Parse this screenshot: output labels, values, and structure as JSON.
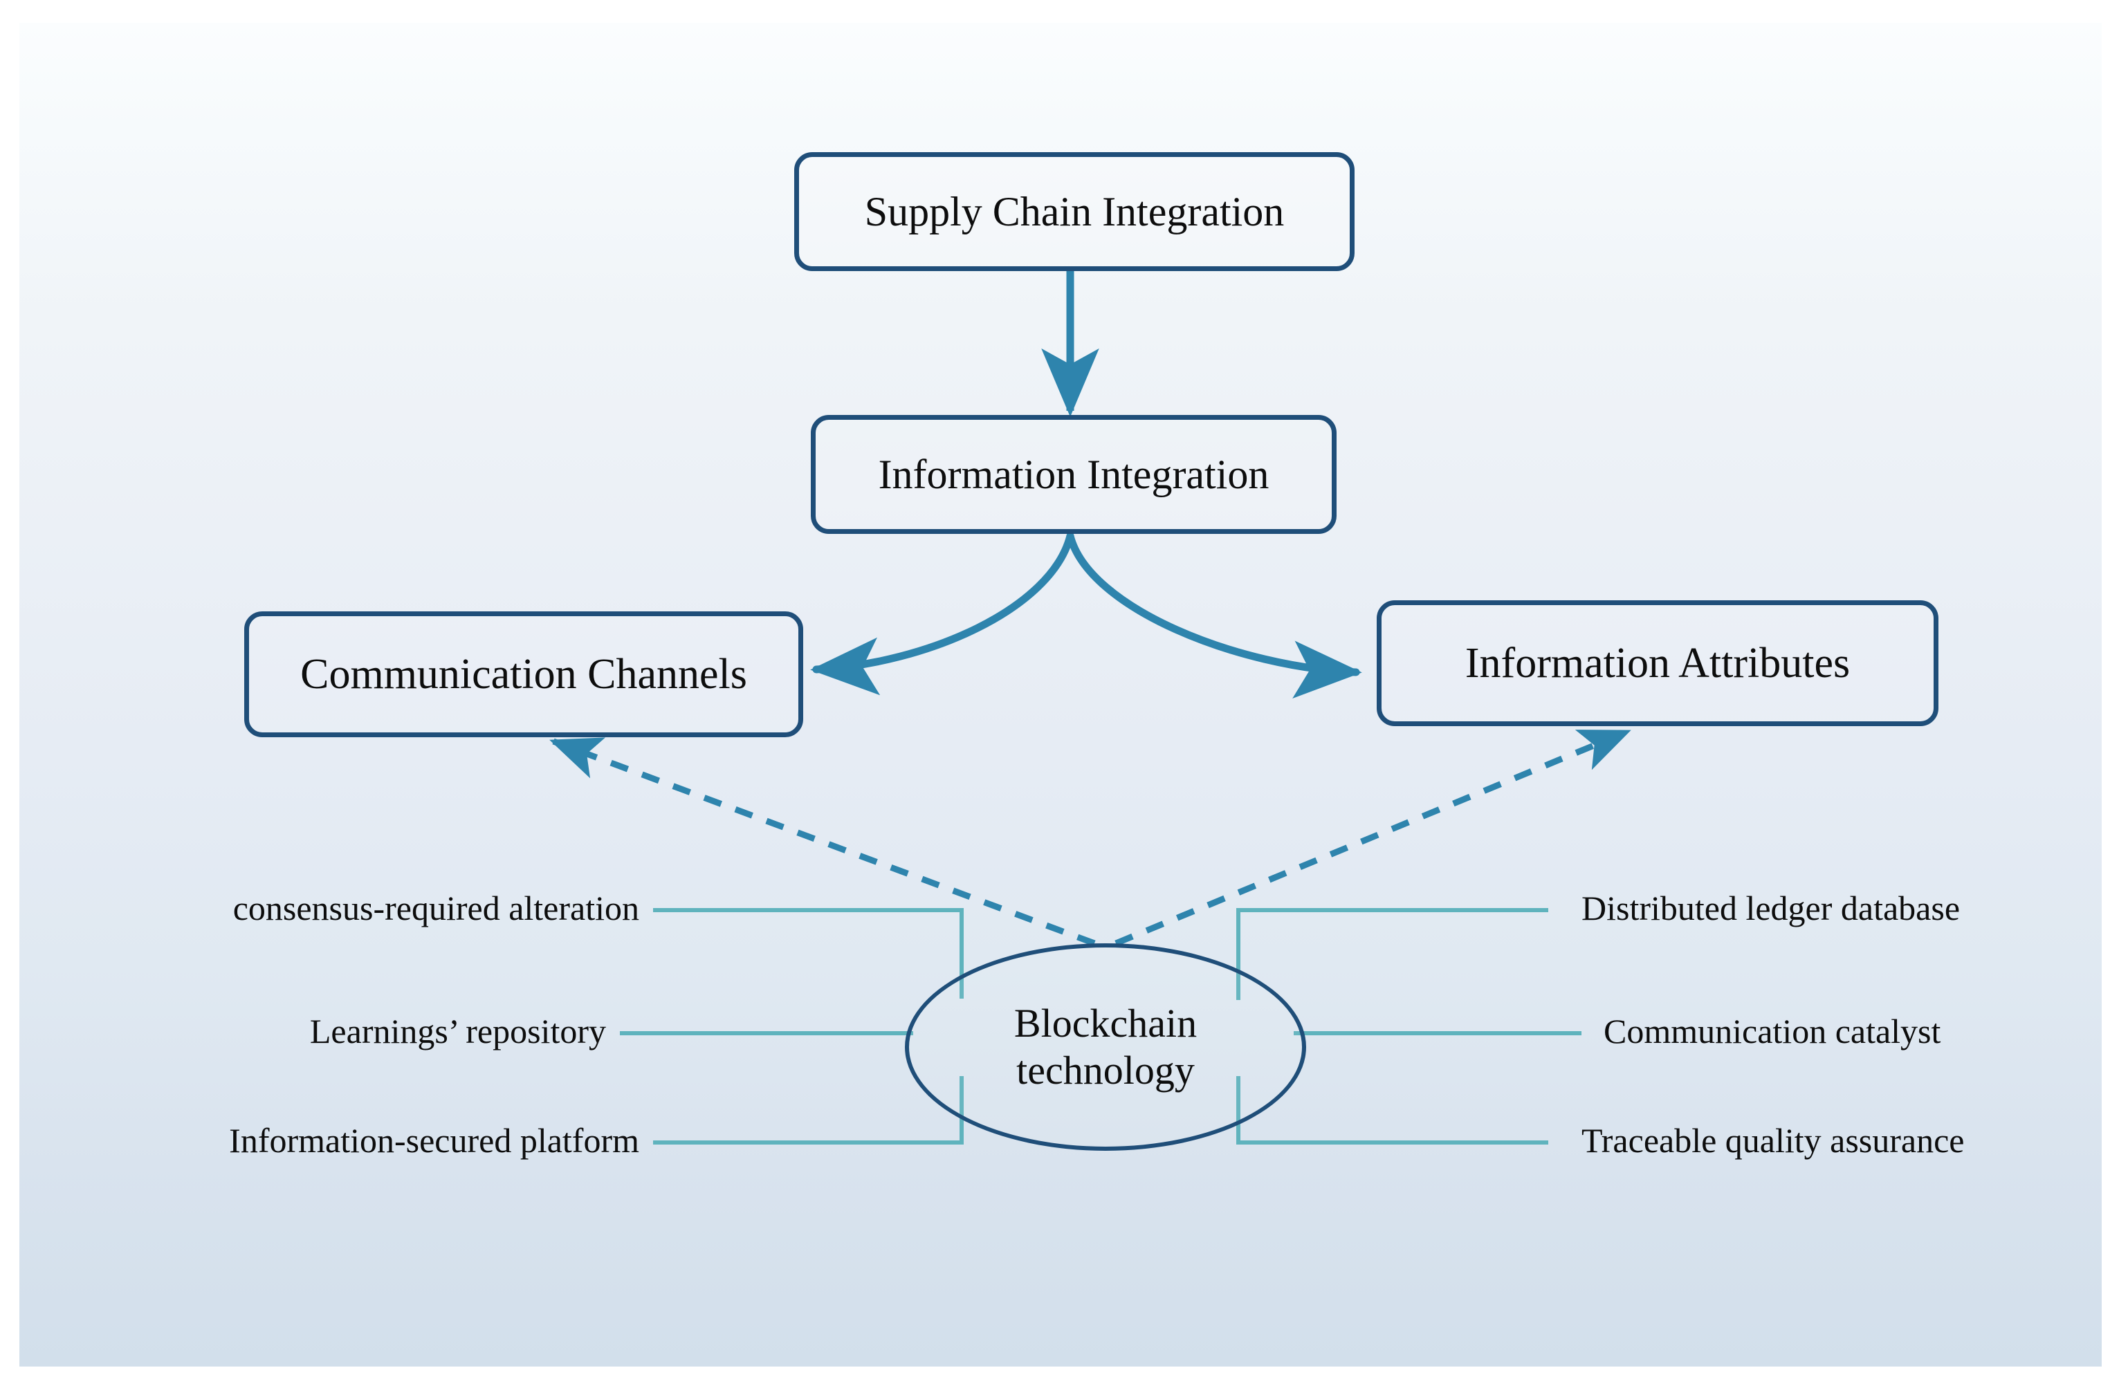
{
  "diagram": {
    "type": "flow-diagram",
    "title_present": false,
    "colors": {
      "node_border": "#1f4e79",
      "solid_arrow": "#2e84ad",
      "dashed_arrow": "#2e84ad",
      "leaf_connector": "#5fb3bd",
      "text": "#0d0d0d",
      "background_top": "#fbfdfe",
      "background_bottom": "#d2dfeb"
    },
    "nodes": {
      "top": {
        "id": "supply-chain-integration",
        "label": "Supply Chain Integration"
      },
      "second": {
        "id": "information-integration",
        "label": "Information Integration"
      },
      "left": {
        "id": "communication-channels",
        "label": "Communication Channels"
      },
      "right": {
        "id": "information-attributes",
        "label": "Information Attributes"
      },
      "center": {
        "id": "blockchain-technology",
        "label_line1": "Blockchain",
        "label_line2": "technology"
      }
    },
    "leaf_labels_left": [
      {
        "id": "consensus-required-alteration",
        "label": "consensus-required alteration"
      },
      {
        "id": "learnings-repository",
        "label": "Learnings’ repository"
      },
      {
        "id": "information-secured-platform",
        "label": "Information-secured platform"
      }
    ],
    "leaf_labels_right": [
      {
        "id": "distributed-ledger-database",
        "label": "Distributed ledger database"
      },
      {
        "id": "communication-catalyst",
        "label": "Communication catalyst"
      },
      {
        "id": "traceable-quality-assurance",
        "label": "Traceable quality assurance"
      }
    ],
    "edges": [
      {
        "id": "edge-supply-to-info",
        "from": "Supply Chain Integration",
        "to": "Information Integration",
        "style": "solid",
        "direction": "down"
      },
      {
        "id": "edge-info-to-comm",
        "from": "Information Integration",
        "to": "Communication Channels",
        "style": "solid-curved",
        "direction": "left"
      },
      {
        "id": "edge-info-to-attr",
        "from": "Information Integration",
        "to": "Information Attributes",
        "style": "solid-curved",
        "direction": "right"
      },
      {
        "id": "edge-blockchain-to-comm",
        "from": "Blockchain technology",
        "to": "Communication Channels",
        "style": "dashed",
        "direction": "up-left"
      },
      {
        "id": "edge-blockchain-to-attr",
        "from": "Blockchain technology",
        "to": "Information Attributes",
        "style": "dashed",
        "direction": "up-right"
      }
    ]
  }
}
